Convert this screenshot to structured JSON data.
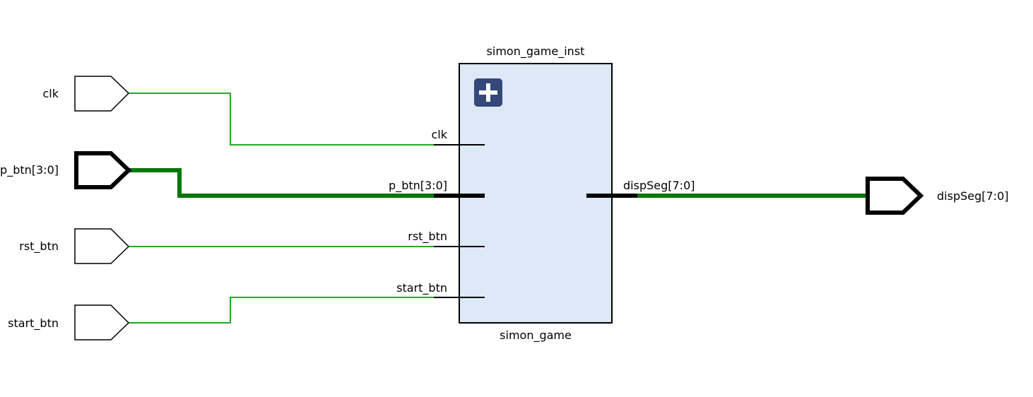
{
  "module": {
    "instance_name": "simon_game_inst",
    "type_name": "simon_game",
    "expand_icon": "plus-icon",
    "fill_color": "#dde9f7",
    "expand_button_color": "#34497a"
  },
  "input_ports": [
    {
      "label": "clk",
      "bus": false
    },
    {
      "label": "p_btn[3:0]",
      "bus": true
    },
    {
      "label": "rst_btn",
      "bus": false
    },
    {
      "label": "start_btn",
      "bus": false
    }
  ],
  "output_ports": [
    {
      "label": "dispSeg[7:0]",
      "bus": true
    }
  ],
  "module_pins": {
    "inputs": [
      "clk",
      "p_btn[3:0]",
      "rst_btn",
      "start_btn"
    ],
    "outputs": [
      "dispSeg[7:0]"
    ]
  },
  "colors": {
    "wire": "#22aa22",
    "bus": "#007700"
  }
}
